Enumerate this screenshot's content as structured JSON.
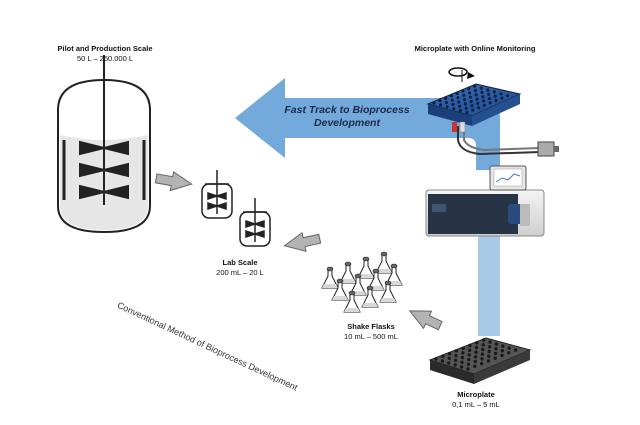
{
  "stages": {
    "pilot": {
      "title": "Pilot and Production Scale",
      "range": "50 L – 250.000 L"
    },
    "microplate_online": {
      "title": "Microplate with Online Monitoring"
    },
    "lab": {
      "title": "Lab Scale",
      "range": "200 mL – 20 L"
    },
    "shake": {
      "title": "Shake Flasks",
      "range": "10 mL – 500 mL"
    },
    "microplate": {
      "title": "Microplate",
      "range": "0,1 mL – 5 mL"
    }
  },
  "fast_track": {
    "line1": "Fast Track to Bioprocess",
    "line2": "Development"
  },
  "conventional": "Conventional Method of  Bioprocess Development",
  "colors": {
    "fast_track_arrow": "#5b9bd5",
    "vertical_bar": "#9dc3e6",
    "arrow_gray": "#b3b3b3",
    "plate_dark": "#333333",
    "plate_blue": "#2e5fa8"
  }
}
